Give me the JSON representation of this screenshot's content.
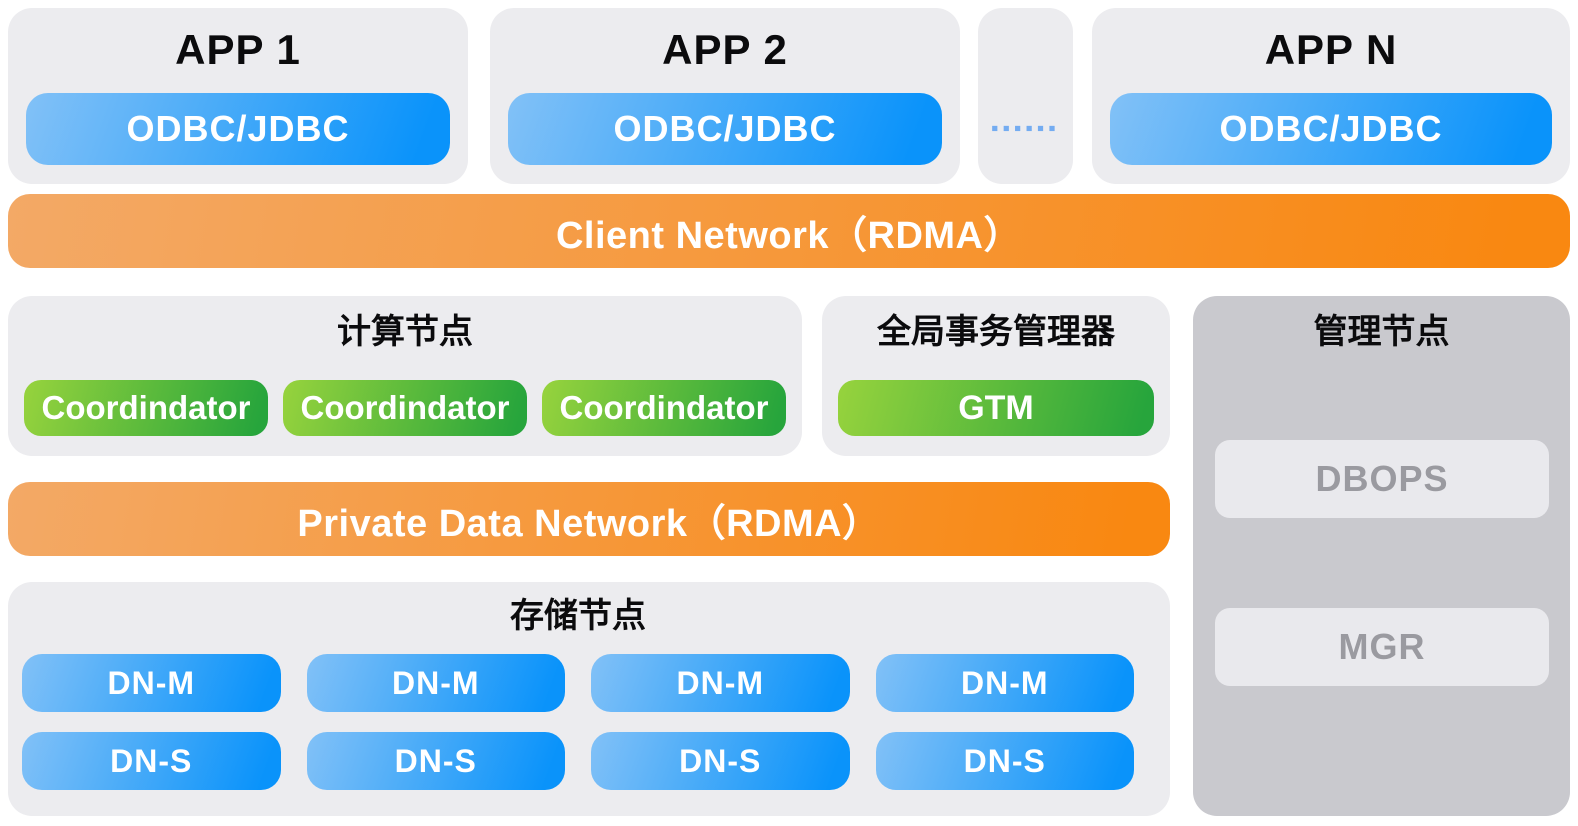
{
  "apps": [
    {
      "title": "APP 1",
      "driver": "ODBC/JDBC"
    },
    {
      "title": "APP 2",
      "driver": "ODBC/JDBC"
    },
    {
      "title": "APP N",
      "driver": "ODBC/JDBC"
    }
  ],
  "apps_ellipsis": "▪▪▪▪▪▪",
  "client_network_label": "Client Network（RDMA）",
  "compute_panel": {
    "title": "计算节点",
    "coordinators": [
      "Coordindator",
      "Coordindator",
      "Coordindator"
    ]
  },
  "gtm_panel": {
    "title": "全局事务管理器",
    "node_label": "GTM"
  },
  "mgmt_panel": {
    "title": "管理节点",
    "nodes": [
      "DBOPS",
      "MGR"
    ]
  },
  "private_network_label": "Private Data Network（RDMA）",
  "storage_panel": {
    "title": "存储节点",
    "columns": [
      {
        "master": "DN-M",
        "standby": "DN-S"
      },
      {
        "master": "DN-M",
        "standby": "DN-S"
      },
      {
        "master": "DN-M",
        "standby": "DN-S"
      },
      {
        "master": "DN-M",
        "standby": "DN-S"
      }
    ]
  },
  "colors": {
    "page_bg": "#ffffff",
    "panel_bg": "#ececef",
    "mgmt_panel_bg": "#c9c9ce",
    "gray_button_bg": "#e9e9ed",
    "gray_button_text": "#9a9aa0",
    "blue_gradient_from": "#82c1f7",
    "blue_gradient_to": "#0a93fa",
    "green_gradient_from": "#97d33d",
    "green_gradient_to": "#27a53c",
    "orange_gradient_from": "#f3a966",
    "orange_gradient_to": "#f98811",
    "ellipsis_dots": "#74acf1",
    "title_text": "#0b0b0d"
  }
}
